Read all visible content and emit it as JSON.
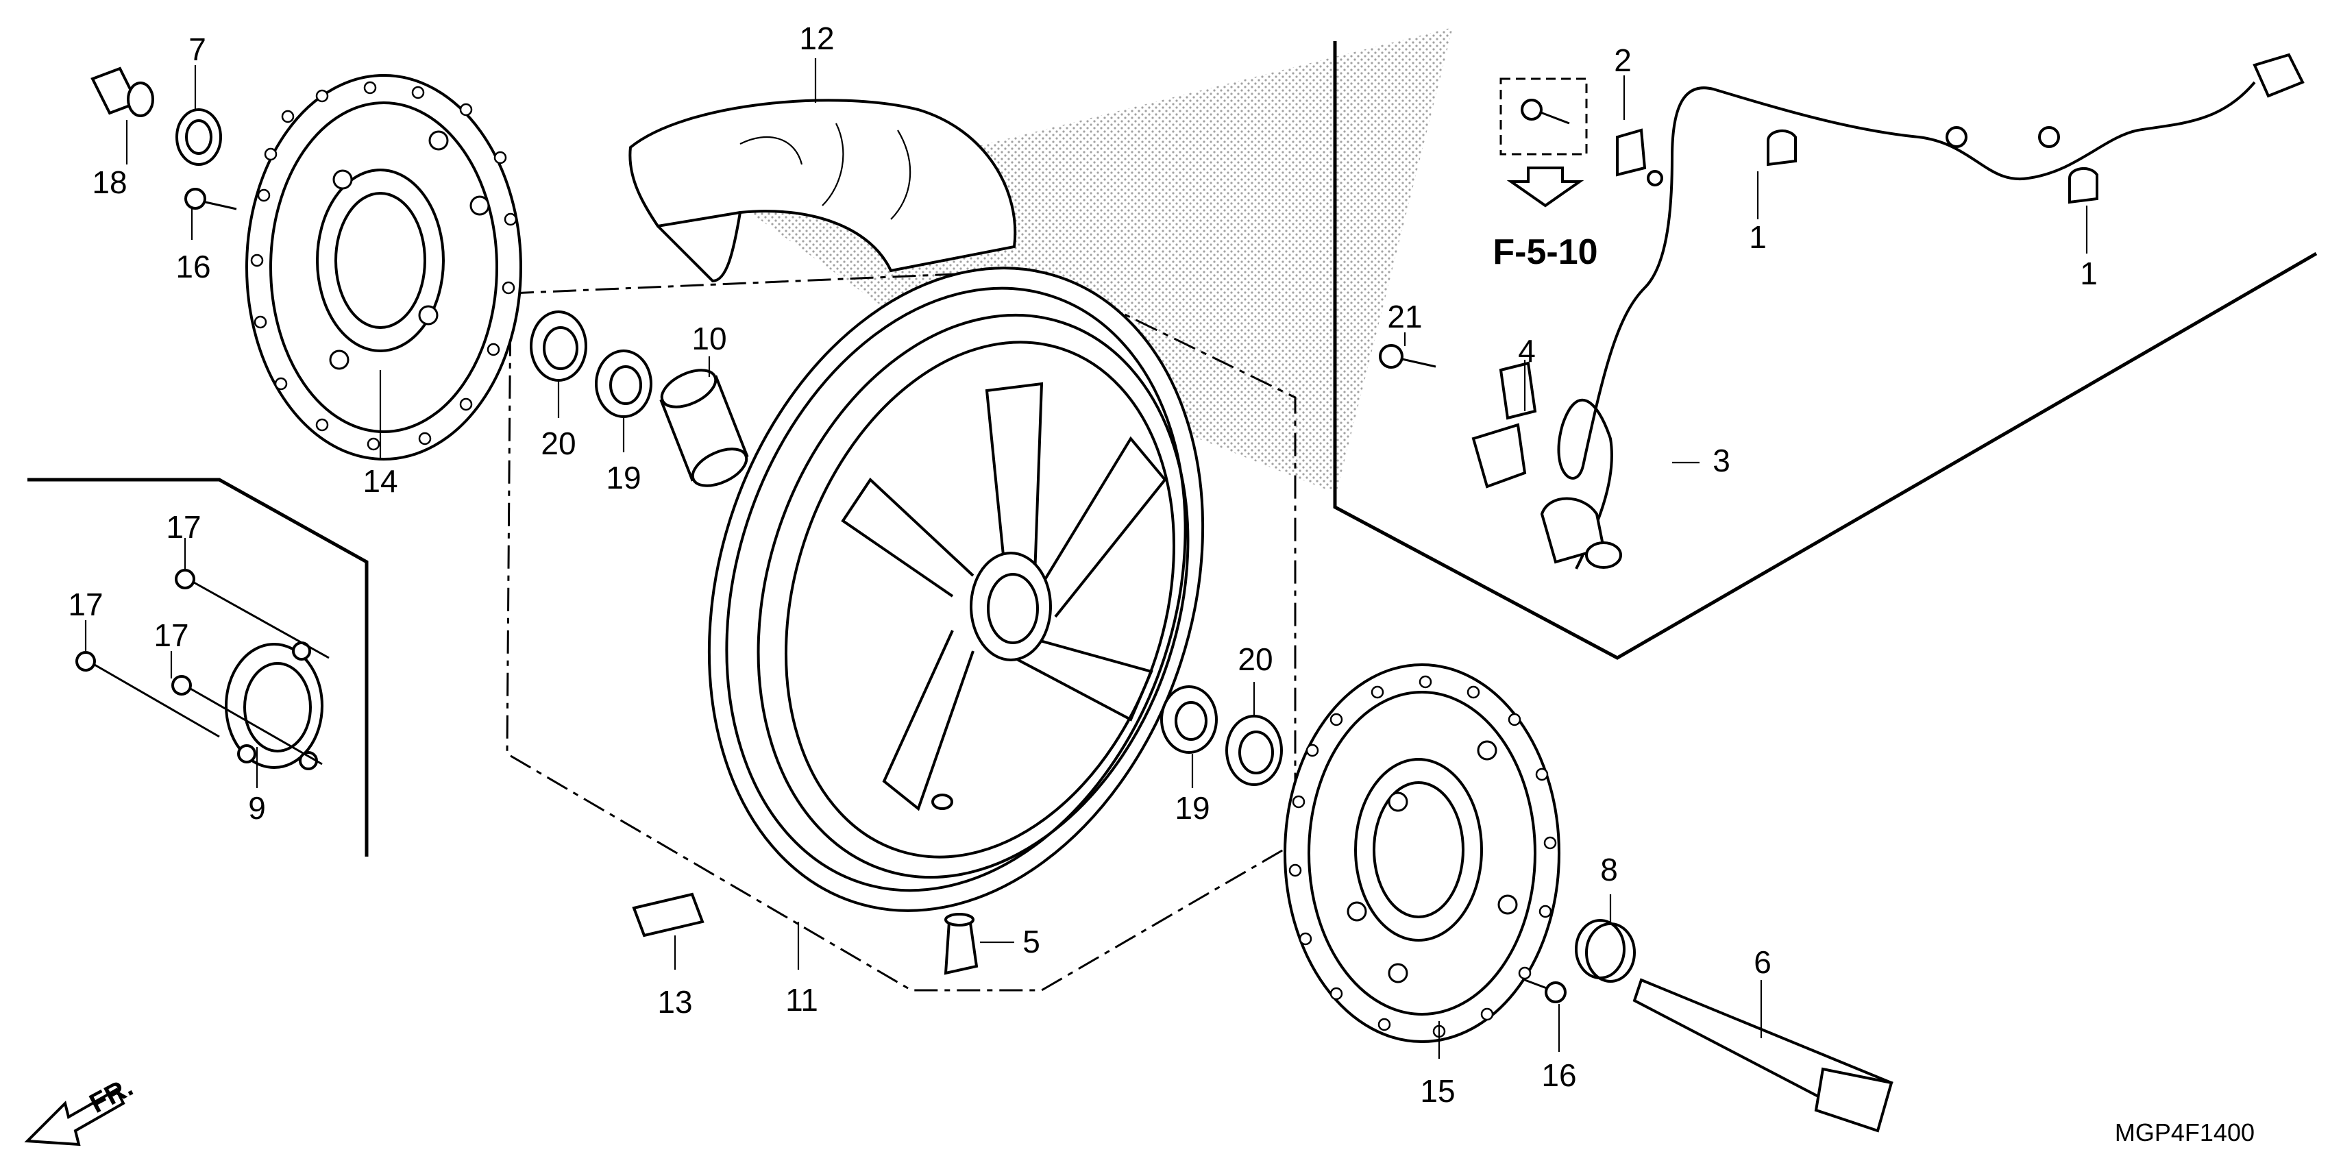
{
  "diagram": {
    "drawing_code": "MGP4F1400",
    "reference": "F-5-10",
    "direction": "FR.",
    "callouts": [
      "1",
      "1",
      "2",
      "3",
      "4",
      "5",
      "6",
      "7",
      "8",
      "9",
      "10",
      "11",
      "12",
      "13",
      "14",
      "15",
      "16",
      "16",
      "17",
      "17",
      "17",
      "18",
      "19",
      "19",
      "20",
      "20",
      "21"
    ]
  }
}
